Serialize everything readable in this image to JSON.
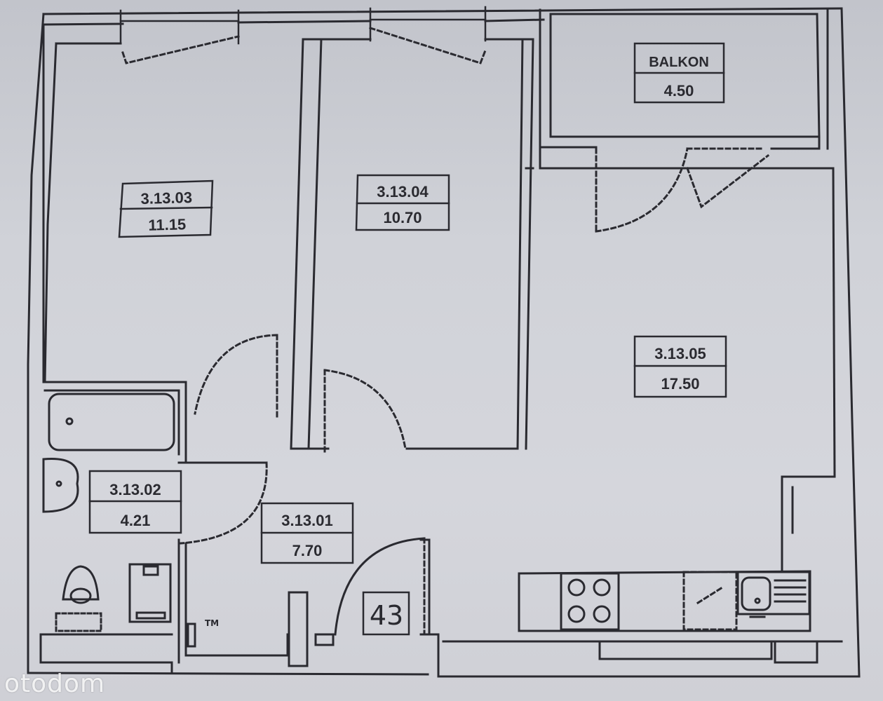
{
  "rooms": [
    {
      "id": "3.13.03",
      "area": "11.15"
    },
    {
      "id": "3.13.04",
      "area": "10.70"
    },
    {
      "id": "BALKON",
      "area": "4.50"
    },
    {
      "id": "3.13.05",
      "area": "17.50"
    },
    {
      "id": "3.13.02",
      "area": "4.21"
    },
    {
      "id": "3.13.01",
      "area": "7.70"
    }
  ],
  "apartment_number": "43",
  "tm_mark": "TM",
  "watermark": "otodom",
  "colors": {
    "background": "#cdcfd5",
    "line": "#2a2a30"
  }
}
